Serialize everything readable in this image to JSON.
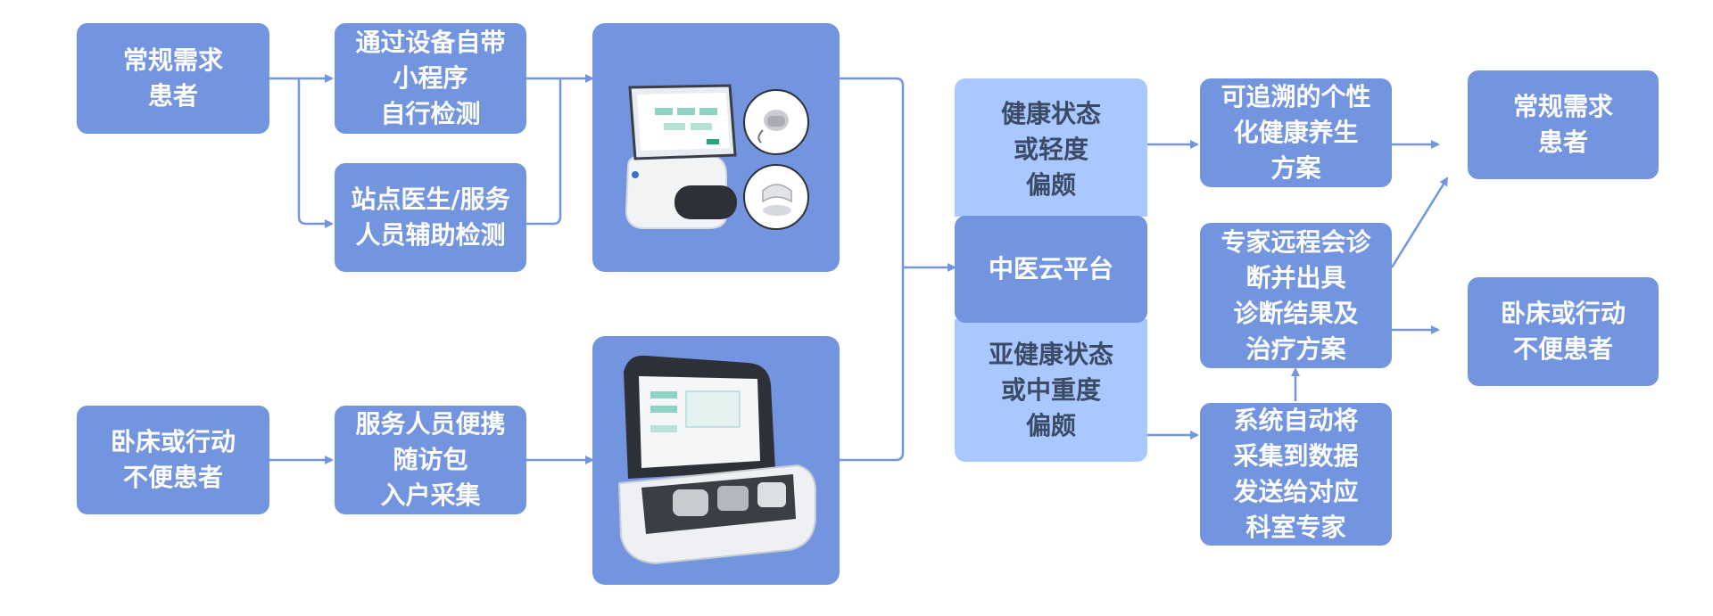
{
  "colors": {
    "box": "#7395df",
    "light": "#a8c8ff",
    "arrow": "#7395df",
    "text": "#ffffff",
    "dark_text": "#3d4a66"
  },
  "nodes": {
    "left_regular": "常规需求\n患者",
    "left_bedridden": "卧床或行动\n不便患者",
    "self_check": "通过设备自带\n小程序\n自行检测",
    "assisted_check": "站点医生/服务\n人员辅助检测",
    "home_visit": "服务人员便携\n随访包\n入户采集",
    "healthy_state": "健康状态\n或轻度\n偏颇",
    "platform": "中医云平台",
    "subhealthy_state": "亚健康状态\n或中重度\n偏颇",
    "traceable_plan": "可追溯的个性\n化健康养生\n方案",
    "expert_diagnosis": "专家远程会诊\n断并出具\n诊断结果及\n治疗方案",
    "auto_send": "系统自动将\n采集到数据\n发送给对应\n科室专家",
    "right_regular": "常规需求\n患者",
    "right_bedridden": "卧床或行动\n不便患者"
  },
  "icons": {
    "kiosk": "tcm-diagnostic-kiosk-icon",
    "pulse_sensor": "pulse-sensor-icon",
    "wrist_pad": "wrist-pad-icon",
    "portable_case": "portable-visit-case-icon"
  }
}
